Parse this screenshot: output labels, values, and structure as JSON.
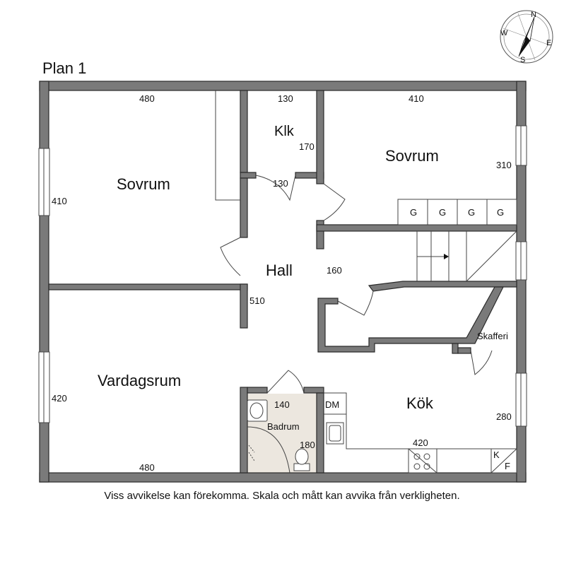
{
  "plan_title": "Plan 1",
  "disclaimer": "Viss avvikelse kan förekomma. Skala och mått kan avvika från verkligheten.",
  "compass": {
    "n": "N",
    "e": "E",
    "s": "S",
    "w": "W"
  },
  "rooms": {
    "sovrum_left": "Sovrum",
    "klk": "Klk",
    "sovrum_right": "Sovrum",
    "hall": "Hall",
    "vardagsrum": "Vardagsrum",
    "kok": "Kök",
    "badrum": "Badrum",
    "skafferi": "Skafferi"
  },
  "dimensions": {
    "sovrum_left_width": "480",
    "sovrum_left_depth": "410",
    "klk_width": "130",
    "klk_depth": "170",
    "klk_door": "130",
    "sovrum_right_width": "410",
    "sovrum_right_depth": "310",
    "hall_width": "160",
    "hall_depth": "510",
    "vardagsrum_depth": "420",
    "vardagsrum_width": "480",
    "badrum_width": "140",
    "badrum_depth": "180",
    "kok_depth": "280",
    "kok_width": "420"
  },
  "wardrobes": [
    "G",
    "G",
    "G",
    "G"
  ],
  "appliances": {
    "dishwasher": "DM",
    "fridge": "K",
    "freezer": "F"
  },
  "colors": {
    "wall": "#7a7a7a",
    "bathroom_floor": "#ece7df"
  }
}
